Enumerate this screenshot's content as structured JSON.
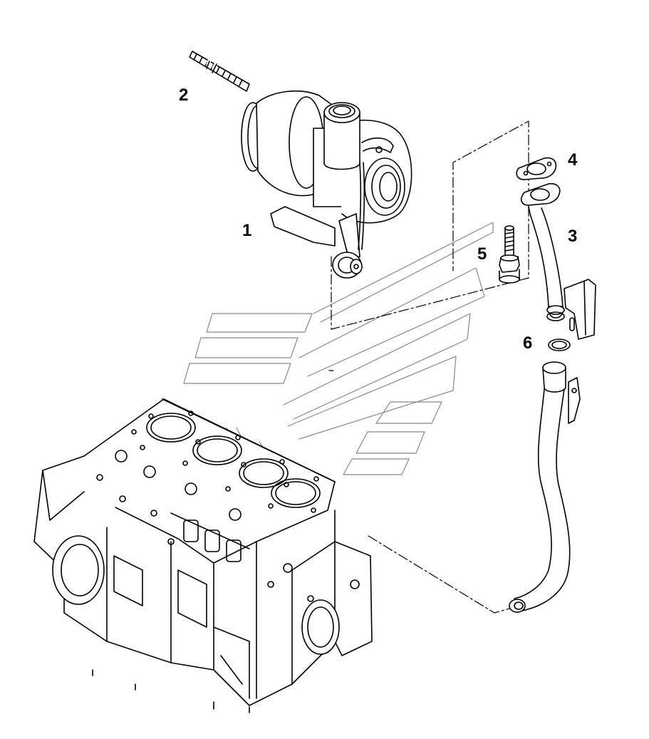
{
  "diagram": {
    "callouts": [
      {
        "id": "c1",
        "label": "1",
        "part": "turbocharger"
      },
      {
        "id": "c2",
        "label": "2",
        "part": "stud"
      },
      {
        "id": "c3",
        "label": "3",
        "part": "oil-return-pipe"
      },
      {
        "id": "c4",
        "label": "4",
        "part": "flange-gasket"
      },
      {
        "id": "c5",
        "label": "5",
        "part": "bolt"
      },
      {
        "id": "c6",
        "label": "6",
        "part": "o-ring"
      }
    ]
  }
}
